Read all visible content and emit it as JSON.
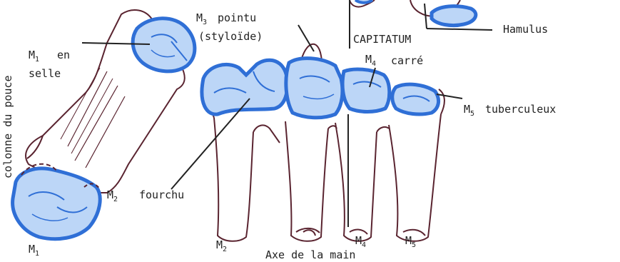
{
  "labels": {
    "side_text": "colonne du pouce",
    "m1_saddle_line1": "en",
    "m1_saddle_line2": "selle",
    "m3_pointu": "pointu",
    "m3_styloide": "(styloïde)",
    "capitatum": "CAPITATUM",
    "hamulus": "Hamulus",
    "m4_carre": "carré",
    "m5_tuberculeux": "tuberculeux",
    "m2_fourchu": "fourchu",
    "axis": "Axe de la main"
  },
  "markers": {
    "m_prefix": "M",
    "m1": "1",
    "m2": "2",
    "m3": "3",
    "m4": "4",
    "m5": "5"
  },
  "colors": {
    "bone_outline": "#5a2430",
    "cartilage_fill": "#2f6fd6",
    "cartilage_light": "#bcd6f7",
    "leader_line": "#222222",
    "text": "#222222"
  }
}
